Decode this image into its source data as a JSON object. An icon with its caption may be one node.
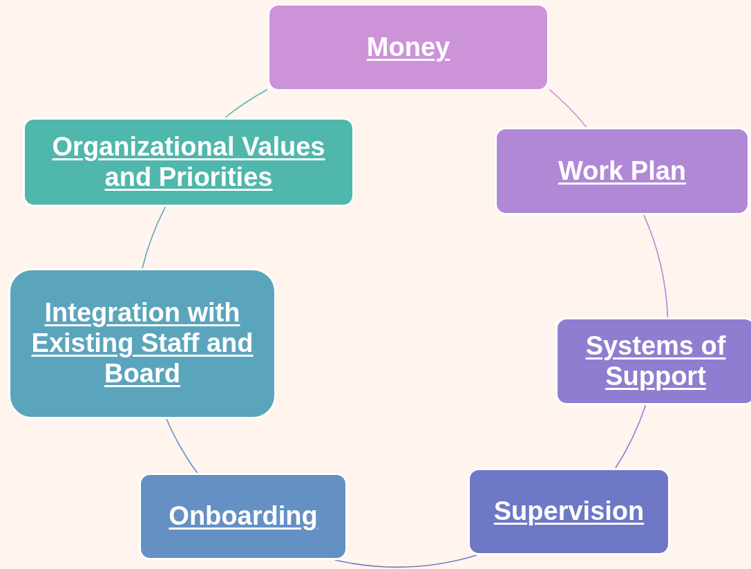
{
  "diagram": {
    "nodes": [
      {
        "text": [
          "Money"
        ]
      },
      {
        "text": [
          "Work Plan"
        ]
      },
      {
        "text": [
          "Systems of Support"
        ]
      },
      {
        "text": [
          "Supervision"
        ]
      },
      {
        "text": [
          "Onboarding"
        ]
      },
      {
        "text": [
          "Integration with Existing Staff and Board"
        ]
      },
      {
        "text": [
          "Organizational Values and Priorities"
        ]
      }
    ],
    "edges": [
      {
        "from": 0,
        "to": 1,
        "arrow": "none",
        "color": "#cd93d8"
      },
      {
        "from": 1,
        "to": 2,
        "arrow": "none",
        "color": "#ae88d6"
      },
      {
        "from": 2,
        "to": 3,
        "arrow": "none",
        "color": "#8f7ecf"
      },
      {
        "from": 3,
        "to": 4,
        "arrow": "none",
        "color": "#7a78c6"
      },
      {
        "from": 4,
        "to": 5,
        "arrow": "none",
        "color": "#6490c4"
      },
      {
        "from": 5,
        "to": 6,
        "arrow": "none",
        "color": "#5aa5bc"
      },
      {
        "from": 6,
        "to": 0,
        "arrow": "none",
        "color": "#4fb7ab"
      }
    ]
  }
}
